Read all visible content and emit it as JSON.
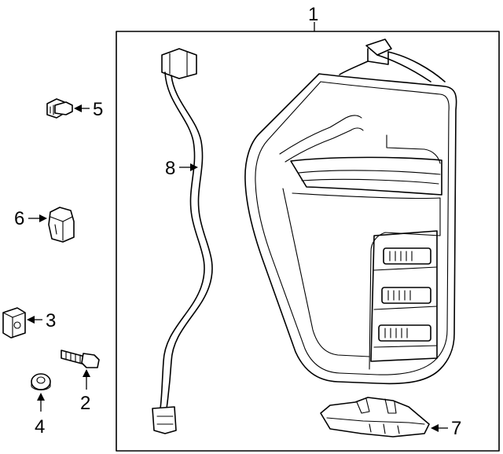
{
  "callouts": {
    "c1": "1",
    "c2": "2",
    "c3": "3",
    "c4": "4",
    "c5": "5",
    "c6": "6",
    "c7": "7",
    "c8": "8"
  },
  "parts": {
    "p1": "tail-lamp-assembly",
    "p2": "screw",
    "p3": "clip-nut",
    "p4": "washer",
    "p5": "bolt",
    "p6": "retainer-clip",
    "p7": "bracket",
    "p8": "wire-harness"
  }
}
